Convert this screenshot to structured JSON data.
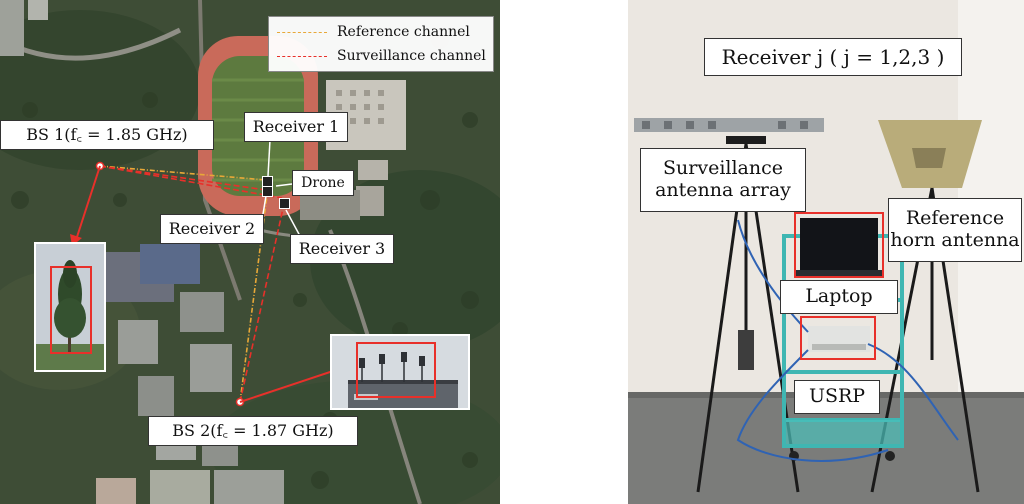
{
  "left": {
    "legend": {
      "reference": "Reference channel",
      "surveillance": "Surveillance channel"
    },
    "labels": {
      "bs1": "BS 1(f꜀ = 1.85 GHz)",
      "bs2": "BS 2(f꜀ = 1.87 GHz)",
      "receiver1": "Receiver 1",
      "receiver2": "Receiver 2",
      "receiver3": "Receiver 3",
      "drone": "Drone"
    }
  },
  "right": {
    "labels": {
      "receiver_j": "Receiver j ( j = 1,2,3 )",
      "surveillance_line1": "Surveillance",
      "surveillance_line2": "antenna array",
      "reference_line1": "Reference",
      "reference_line2": "horn antenna",
      "laptop": "Laptop",
      "usrp": "USRP"
    }
  },
  "colors": {
    "reference_line": "#e8a838",
    "surveillance_line": "#e8302a",
    "callout_red": "#e8302a"
  }
}
